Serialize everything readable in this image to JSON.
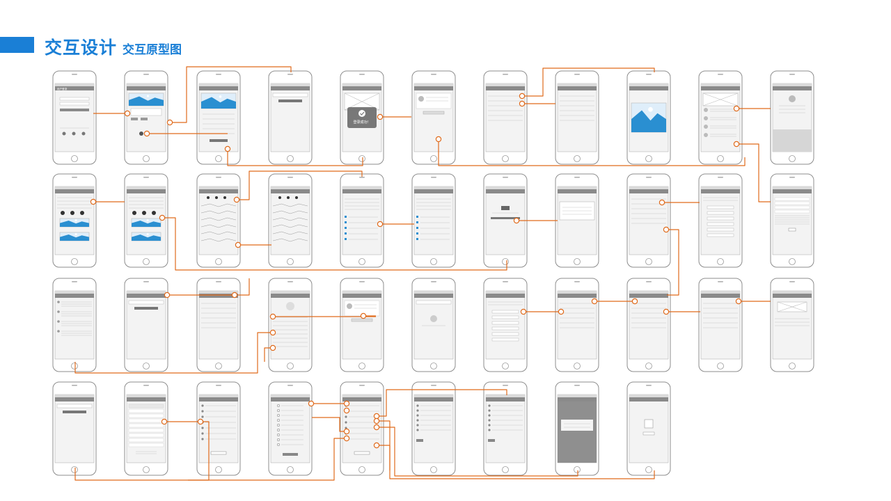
{
  "header": {
    "title": "交互设计",
    "subtitle": "交互原型图"
  },
  "theme": {
    "accent": "#1a7fd6",
    "connector": "#e06a1b",
    "phone_stroke": "#8c8c8c",
    "screen_fill": "#f3f3f3",
    "status_bar": "#8a8a8a",
    "image_blue": "#2a8fd1",
    "dark_overlay": "#6a6a6a"
  },
  "screens": [
    {
      "id": "r1c1",
      "row": 1,
      "col": 1,
      "title": "用户登录",
      "kind": "login"
    },
    {
      "id": "r1c2",
      "row": 1,
      "col": 2,
      "title": "",
      "kind": "register-banner"
    },
    {
      "id": "r1c3",
      "row": 1,
      "col": 3,
      "title": "",
      "kind": "register-form"
    },
    {
      "id": "r1c4",
      "row": 1,
      "col": 4,
      "title": "",
      "kind": "simple-form"
    },
    {
      "id": "r1c5",
      "row": 1,
      "col": 5,
      "title": "",
      "kind": "success",
      "overlay_text": "登录成功！"
    },
    {
      "id": "r1c6",
      "row": 1,
      "col": 6,
      "title": "",
      "kind": "profile-card"
    },
    {
      "id": "r1c7",
      "row": 1,
      "col": 7,
      "title": "",
      "kind": "list"
    },
    {
      "id": "r1c8",
      "row": 1,
      "col": 8,
      "title": "",
      "kind": "list"
    },
    {
      "id": "r1c9",
      "row": 1,
      "col": 9,
      "title": "",
      "kind": "image-view"
    },
    {
      "id": "r1c10",
      "row": 1,
      "col": 10,
      "title": "",
      "kind": "feed"
    },
    {
      "id": "r1c11",
      "row": 1,
      "col": 11,
      "title": "",
      "kind": "user-profile"
    },
    {
      "id": "r2c1",
      "row": 2,
      "col": 1,
      "title": "",
      "kind": "calendar-cards"
    },
    {
      "id": "r2c2",
      "row": 2,
      "col": 2,
      "title": "",
      "kind": "calendar"
    },
    {
      "id": "r2c3",
      "row": 2,
      "col": 3,
      "title": "",
      "kind": "data-chart"
    },
    {
      "id": "r2c4",
      "row": 2,
      "col": 4,
      "title": "",
      "kind": "data-chart"
    },
    {
      "id": "r2c5",
      "row": 2,
      "col": 5,
      "title": "",
      "kind": "data-list"
    },
    {
      "id": "r2c6",
      "row": 2,
      "col": 6,
      "title": "",
      "kind": "data-list"
    },
    {
      "id": "r2c7",
      "row": 2,
      "col": 7,
      "title": "",
      "kind": "device"
    },
    {
      "id": "r2c8",
      "row": 2,
      "col": 8,
      "title": "",
      "kind": "dialog-form"
    },
    {
      "id": "r2c9",
      "row": 2,
      "col": 9,
      "title": "",
      "kind": "list"
    },
    {
      "id": "r2c10",
      "row": 2,
      "col": 10,
      "title": "",
      "kind": "form"
    },
    {
      "id": "r2c11",
      "row": 2,
      "col": 11,
      "title": "",
      "kind": "detail"
    },
    {
      "id": "r3c1",
      "row": 3,
      "col": 1,
      "title": "",
      "kind": "messages"
    },
    {
      "id": "r3c2",
      "row": 3,
      "col": 2,
      "title": "",
      "kind": "simple-form"
    },
    {
      "id": "r3c3",
      "row": 3,
      "col": 3,
      "title": "",
      "kind": "list"
    },
    {
      "id": "r3c4",
      "row": 3,
      "col": 4,
      "title": "",
      "kind": "me"
    },
    {
      "id": "r3c5",
      "row": 3,
      "col": 5,
      "title": "",
      "kind": "profile-card"
    },
    {
      "id": "r3c6",
      "row": 3,
      "col": 6,
      "title": "",
      "kind": "empty"
    },
    {
      "id": "r3c7",
      "row": 3,
      "col": 7,
      "title": "",
      "kind": "form"
    },
    {
      "id": "r3c8",
      "row": 3,
      "col": 8,
      "title": "",
      "kind": "list"
    },
    {
      "id": "r3c9",
      "row": 3,
      "col": 9,
      "title": "",
      "kind": "list"
    },
    {
      "id": "r3c10",
      "row": 3,
      "col": 10,
      "title": "",
      "kind": "list"
    },
    {
      "id": "r3c11",
      "row": 3,
      "col": 11,
      "title": "",
      "kind": "feedback"
    },
    {
      "id": "r4c1",
      "row": 4,
      "col": 1,
      "title": "",
      "kind": "simple-form"
    },
    {
      "id": "r4c2",
      "row": 4,
      "col": 2,
      "title": "",
      "kind": "picker"
    },
    {
      "id": "r4c3",
      "row": 4,
      "col": 3,
      "title": "",
      "kind": "settings"
    },
    {
      "id": "r4c4",
      "row": 4,
      "col": 4,
      "title": "",
      "kind": "radio-list"
    },
    {
      "id": "r4c5",
      "row": 4,
      "col": 5,
      "title": "",
      "kind": "settings"
    },
    {
      "id": "r4c6",
      "row": 4,
      "col": 6,
      "title": "",
      "kind": "toggle-list"
    },
    {
      "id": "r4c7",
      "row": 4,
      "col": 7,
      "title": "",
      "kind": "toggle-list"
    },
    {
      "id": "r4c8",
      "row": 4,
      "col": 8,
      "title": "",
      "kind": "modal"
    },
    {
      "id": "r4c9",
      "row": 4,
      "col": 9,
      "title": "",
      "kind": "qr"
    }
  ]
}
